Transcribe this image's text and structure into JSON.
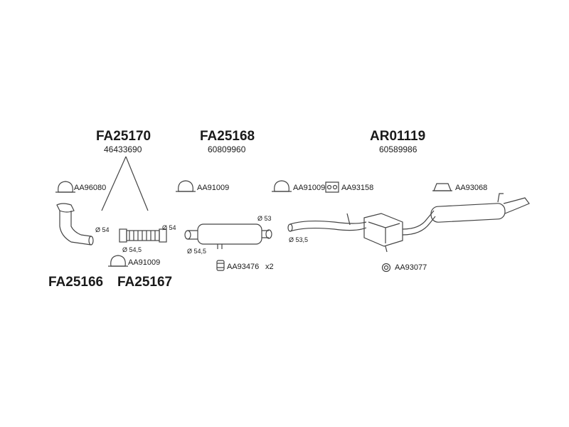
{
  "assemblies": [
    {
      "code": "FA25170",
      "oem": "46433690"
    },
    {
      "code": "FA25168",
      "oem": "60809960"
    },
    {
      "code": "AR01119",
      "oem": "60589986"
    }
  ],
  "bottom_codes": [
    "FA25166",
    "FA25167"
  ],
  "parts": {
    "p1": "AA96080",
    "p2": "AA91009",
    "p3": "AA91009",
    "p4": "AA93158",
    "p5": "AA93068",
    "p6": "AA91009",
    "p7": "AA93476",
    "p7_qty": "x2",
    "p8": "AA93077"
  },
  "dims": {
    "d1": "Ø 54",
    "d2": "Ø 54",
    "d3": "Ø 54,5",
    "d4": "Ø 53",
    "d5": "Ø 54,5",
    "d6": "Ø 53,5"
  },
  "icons": [
    "clamp-icon",
    "gasket-icon",
    "rubber-hanger-icon",
    "bracket-icon",
    "ring-icon"
  ]
}
